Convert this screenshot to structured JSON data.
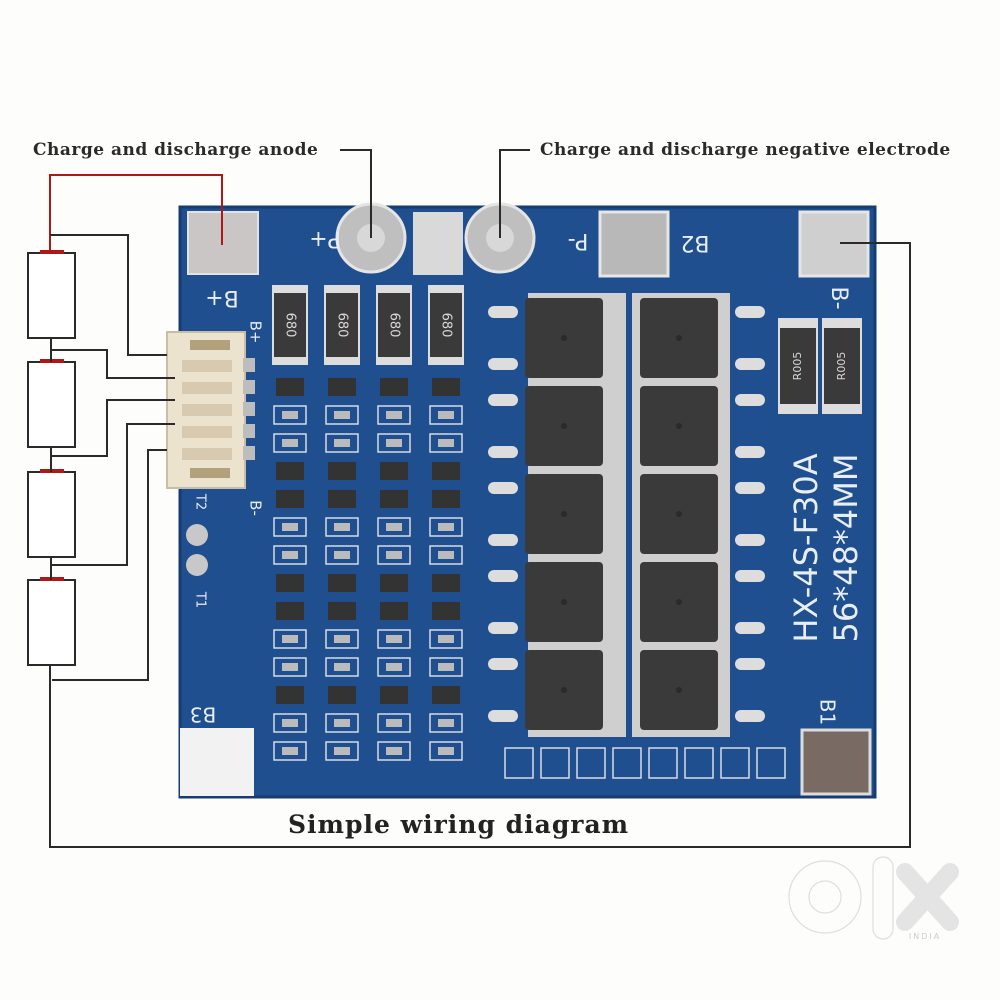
{
  "labels": {
    "anode": "Charge and discharge anode",
    "negative": "Charge and discharge negative electrode",
    "title": "Simple wiring diagram"
  },
  "board": {
    "model": "HX-4S-F30A",
    "dimensions": "56*48*4MM",
    "pads": {
      "p_plus": "P+",
      "p_minus": "P-",
      "b_plus": "B+",
      "b_minus": "B-",
      "b_minus_small": "B-",
      "b_plus_small": "B+",
      "b1": "B1",
      "b2": "B2",
      "b3": "B3",
      "t1": "T1",
      "t2": "T2"
    },
    "resistor_marking": "680",
    "shunt_marking": "R005",
    "resistor_count": 4,
    "shunt_count": 2,
    "mosfet_count": 10,
    "battery_cells": 4
  },
  "colors": {
    "pcb": "#1f4f8f",
    "pcb_dark": "#163c70",
    "silk": "#e8eef6",
    "pad": "#c9c9c9",
    "chip": "#3a3a3a",
    "wire": "#2a2a2a",
    "wire_red": "#b01818",
    "connector": "#ece3cf"
  },
  "watermark": {
    "brand": "OLX",
    "region": "INDIA"
  }
}
